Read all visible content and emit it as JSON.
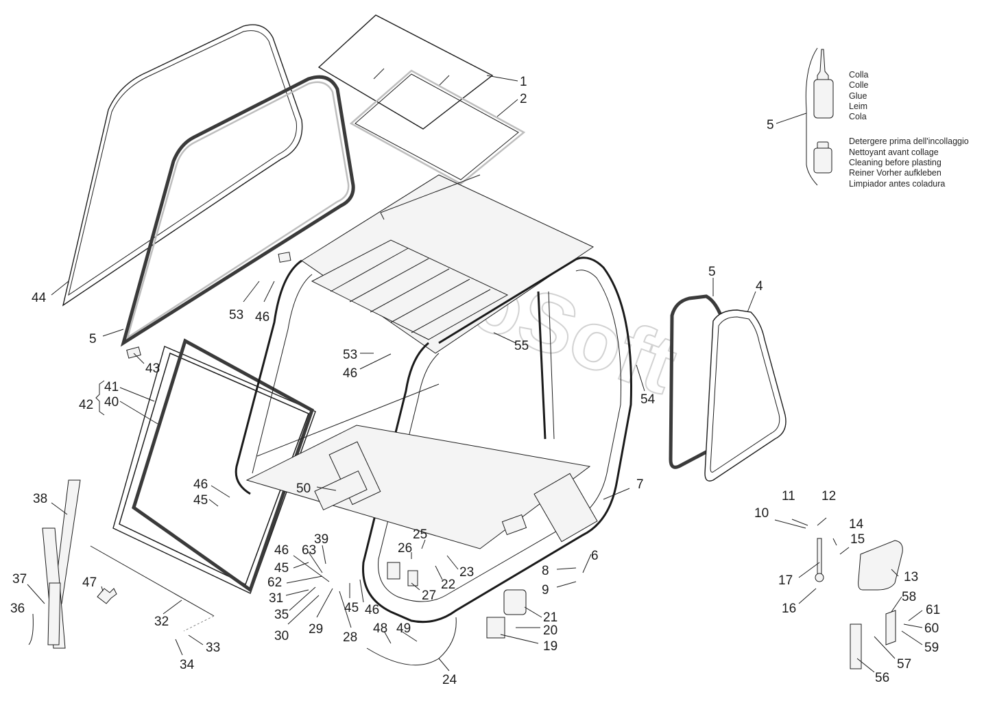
{
  "watermark": "AutoSoft",
  "legend": {
    "callout": "5",
    "glue": [
      "Colla",
      "Colle",
      "Glue",
      "Leim",
      "Cola"
    ],
    "cleaner": [
      "Detergere prima dell'incollaggio",
      "Nettoyant avant collage",
      "Cleaning before plasting",
      "Reiner Vorher aufkleben",
      "Limpiador antes coladura"
    ]
  },
  "callouts": {
    "c1": "1",
    "c2": "2",
    "c4": "4",
    "c5_right": "5",
    "c44": "44",
    "c5_left": "5",
    "c43": "43",
    "c41": "41",
    "c40": "40",
    "c42": "42",
    "c53a": "53",
    "c46a": "46",
    "c53b": "53",
    "c46b": "46",
    "c55": "55",
    "c54": "54",
    "c7": "7",
    "c50": "50",
    "c46c": "46",
    "c45a": "45",
    "c38": "38",
    "c37": "37",
    "c36": "36",
    "c47": "47",
    "c32": "32",
    "c33": "33",
    "c34": "34",
    "c39": "39",
    "c63": "63",
    "c46d": "46",
    "c45b": "45",
    "c62": "62",
    "c31": "31",
    "c35": "35",
    "c30": "30",
    "c29": "29",
    "c28": "28",
    "c45c": "45",
    "c46e": "46",
    "c48": "48",
    "c49": "49",
    "c24": "24",
    "c25": "25",
    "c26": "26",
    "c23": "23",
    "c22": "22",
    "c27": "27",
    "c21": "21",
    "c20": "20",
    "c19": "19",
    "c6": "6",
    "c8": "8",
    "c9": "9",
    "c10": "10",
    "c11": "11",
    "c12": "12",
    "c14": "14",
    "c15": "15",
    "c17": "17",
    "c16": "16",
    "c13": "13",
    "c58": "58",
    "c61": "61",
    "c60": "60",
    "c59": "59",
    "c57": "57",
    "c56": "56"
  }
}
